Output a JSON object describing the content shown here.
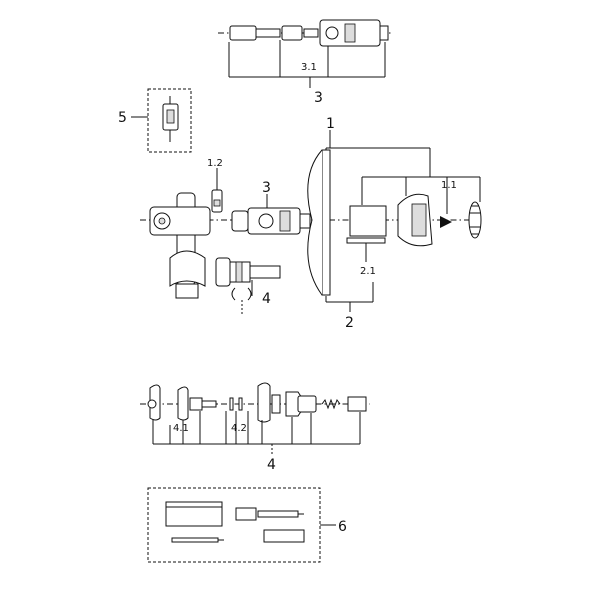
{
  "labels": {
    "top_3_1": "3.1",
    "top_3": "3",
    "box_5": "5",
    "main_1": "1",
    "main_1_2": "1.2",
    "main_3": "3",
    "main_1_1": "1.1",
    "main_2_1": "2.1",
    "main_2": "2",
    "main_4": "4",
    "row_4_1": "4.1",
    "row_4_2": "4.2",
    "row_4": "4",
    "box_6": "6"
  }
}
